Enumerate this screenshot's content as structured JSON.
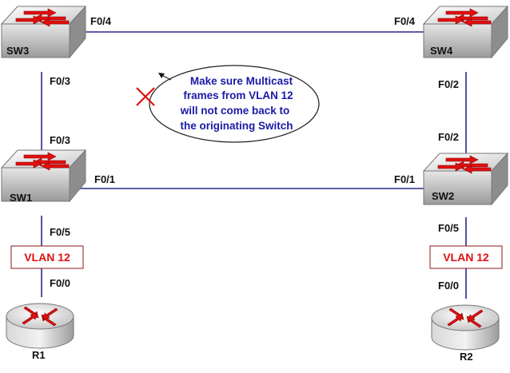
{
  "devices": {
    "sw3": {
      "label": "SW3"
    },
    "sw4": {
      "label": "SW4"
    },
    "sw1": {
      "label": "SW1"
    },
    "sw2": {
      "label": "SW2"
    },
    "r1": {
      "label": "R1"
    },
    "r2": {
      "label": "R2"
    }
  },
  "ports": {
    "sw3_f04": "F0/4",
    "sw4_f04": "F0/4",
    "sw3_f03": "F0/3",
    "sw4_f02": "F0/2",
    "sw1_f03": "F0/3",
    "sw2_f02": "F0/2",
    "sw1_f01": "F0/1",
    "sw2_f01": "F0/1",
    "sw1_f05": "F0/5",
    "sw2_f05": "F0/5",
    "r1_f00": "F0/0",
    "r2_f00": "F0/0"
  },
  "vlan_boxes": {
    "left": "VLAN 12",
    "right": "VLAN 12"
  },
  "callout": {
    "lines": [
      "Make sure Multicast",
      "frames from VLAN 12",
      "will not come back to",
      "the originating Switch"
    ]
  },
  "colors": {
    "link": "#2a2a8c",
    "note_text": "#1a1aa8",
    "vlan_text": "#e01010",
    "cross_mark": "#e01010",
    "arrow": "#e01010"
  },
  "icons": {
    "switch": "switch-icon",
    "router": "router-icon",
    "cross": "cross-icon"
  }
}
